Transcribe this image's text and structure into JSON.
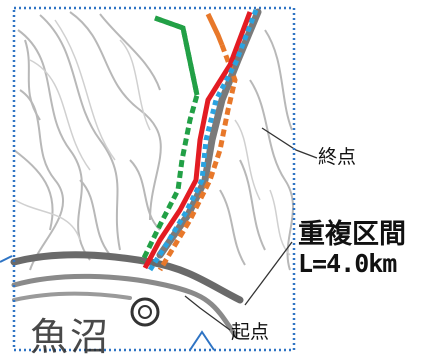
{
  "labels": {
    "end_point": "終点",
    "start_point": "起点",
    "overlap_title": "重複区間",
    "overlap_length": "L=4.0km",
    "town_name": "魚沼"
  },
  "colors": {
    "frame_border": "#2f74c4",
    "route_green": "#22a046",
    "route_orange": "#e8782a",
    "route_red": "#e31c23",
    "route_blue_dotted": "#2aa3e0",
    "leader_line": "#333333",
    "map_terrain": "#b5b5b5",
    "map_road": "#5e5e5e"
  },
  "icons": {
    "town_symbol": "circle-in-circle",
    "marker": "triangle"
  }
}
